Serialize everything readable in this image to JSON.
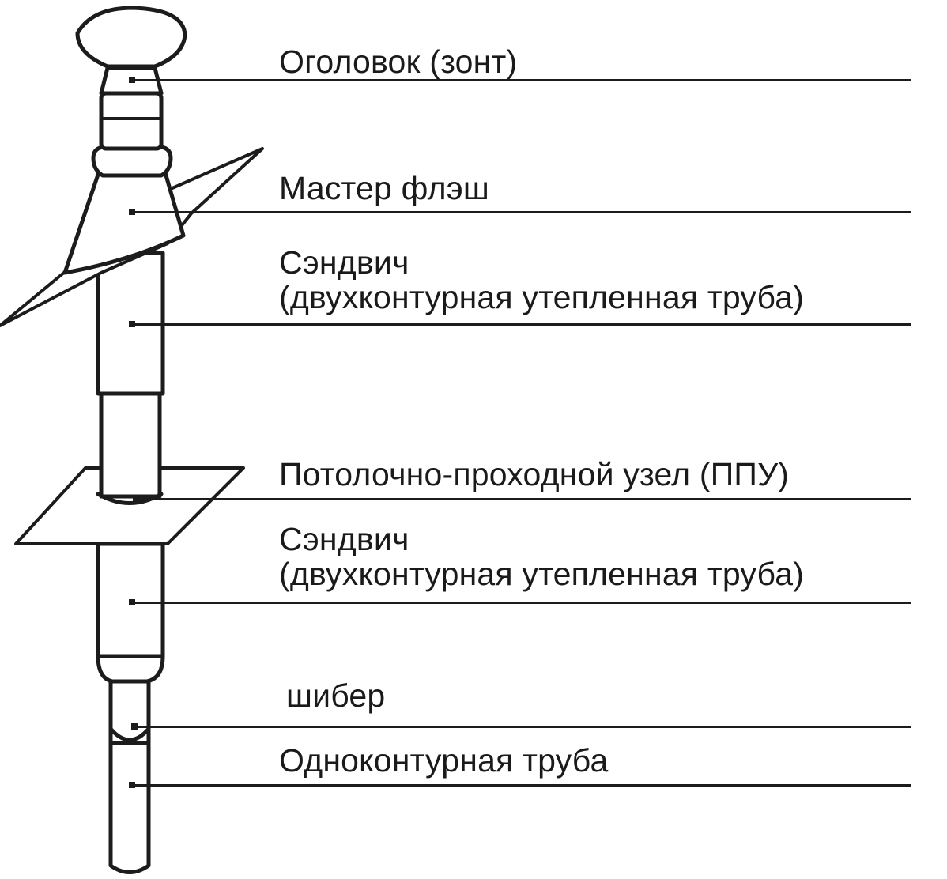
{
  "diagram": {
    "labels": [
      {
        "id": "cap",
        "lines": [
          "Оголовок (зонт)"
        ]
      },
      {
        "id": "master-flash",
        "lines": [
          "Мастер флэш"
        ]
      },
      {
        "id": "sandwich-upper",
        "lines": [
          "Сэндвич",
          "(двухконтурная утепленная труба)"
        ]
      },
      {
        "id": "ceiling-unit",
        "lines": [
          "Потолочно-проходной узел (ППУ)"
        ]
      },
      {
        "id": "sandwich-lower",
        "lines": [
          "Сэндвич",
          "(двухконтурная утепленная труба)"
        ]
      },
      {
        "id": "damper",
        "lines": [
          "шибер"
        ]
      },
      {
        "id": "single-pipe",
        "lines": [
          "Одноконтурная труба"
        ]
      }
    ],
    "colors": {
      "stroke": "#1c1c1c",
      "fill": "#ffffff",
      "text": "#1a1a1a"
    }
  }
}
